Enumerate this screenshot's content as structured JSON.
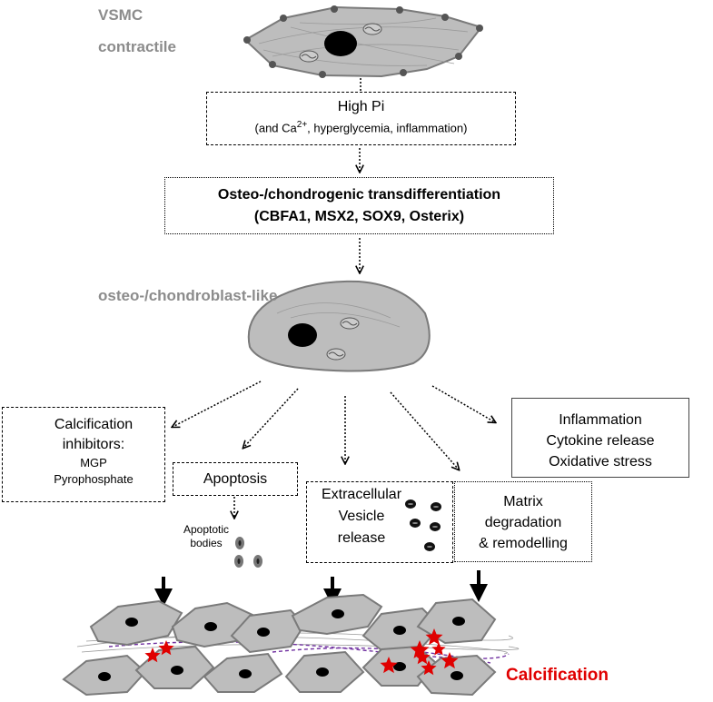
{
  "labels": {
    "vsmc": "VSMC",
    "contractile": "contractile",
    "osteo_like": "osteo-/chondroblast-like",
    "calcification": "Calcification"
  },
  "high_pi": {
    "line1": "High Pi",
    "line2_pre": "(and Ca",
    "line2_sup": "2+",
    "line2_post": ", hyperglycemia, inflammation)"
  },
  "transdiff": {
    "line1": "Osteo-/chondrogenic transdifferentiation",
    "line2": "(CBFA1, MSX2, SOX9, Osterix)"
  },
  "inhibitors": {
    "line1": "Calcification",
    "line2": "inhibitors:",
    "line3": "MGP",
    "line4": "Pyrophosphate"
  },
  "apoptosis": {
    "label": "Apoptosis",
    "bodies_line1": "Apoptotic",
    "bodies_line2": "bodies"
  },
  "vesicle": {
    "line1": "Extracellular",
    "line2": "Vesicle",
    "line3": "release"
  },
  "matrix": {
    "line1": "Matrix",
    "line2": "degradation",
    "line3": "& remodelling"
  },
  "inflammation": {
    "line1": "Inflammation",
    "line2": "Cytokine release",
    "line3": "Oxidative stress"
  },
  "colors": {
    "cell_fill": "#bdbdbd",
    "cell_stroke": "#7a7a7a",
    "calc_red": "#e00000",
    "fiber_purple": "#7030a0"
  }
}
